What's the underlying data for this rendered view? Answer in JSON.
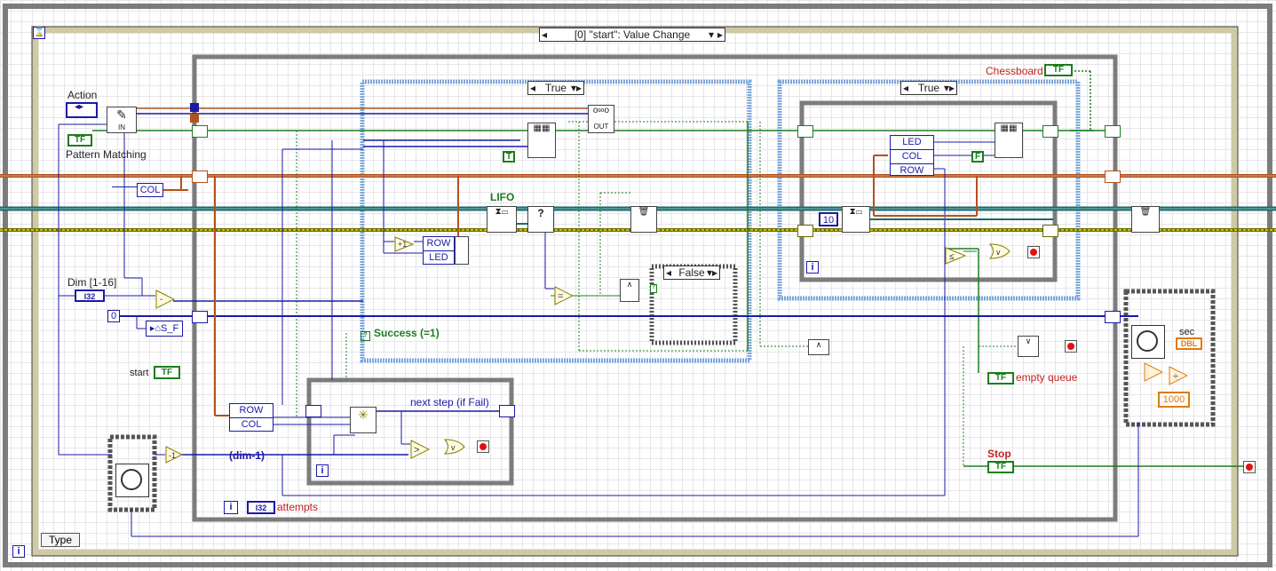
{
  "event_structure": {
    "selector": "[0] \"start\": Value Change",
    "type_label": "Type",
    "iteration_terminal": "i"
  },
  "controls": {
    "action_label": "Action",
    "pattern_matching_label": "Pattern Matching",
    "dim_label": "Dim [1-16]",
    "dim_type": "I32",
    "zero_const": "0",
    "col_label": "COL",
    "sf_label": "S_F",
    "start_label": "start",
    "tf_tag": "TF"
  },
  "left_nodes": {
    "minus_one": "-1",
    "dim_minus_one": "(dim-1)",
    "iteration": "i",
    "attempts_type": "I32",
    "attempts_label": "attempts"
  },
  "case_true_left": {
    "selector": "True",
    "out_label": "OUT",
    "in_label": "IN",
    "lifo_label": "LIFO",
    "row_label": "ROW",
    "led_label": "LED",
    "plus_one": "+1",
    "question": "?",
    "t_const": "T",
    "success_label": "Success (=1)",
    "false_selector": "False"
  },
  "inner_loop": {
    "row_label": "ROW",
    "col_label": "COL",
    "next_step_label": "next step (if Fail)",
    "iteration": "i"
  },
  "case_true_right": {
    "chessboard_label": "Chessboard",
    "tf_tag": "TF",
    "selector": "True",
    "led_label": "LED",
    "col_label": "COL",
    "row_label": "ROW",
    "f_const": "F",
    "ten_const": "10",
    "iteration": "i"
  },
  "right_side": {
    "empty_queue_label": "empty queue",
    "stop_label": "Stop",
    "sec_label": "sec",
    "dbl_tag": "DBL",
    "thousand_const": "1000"
  },
  "colors": {
    "blue_wire": "#1a1aa8",
    "green_wire": "#1d7d1d",
    "orange_wire": "#b4501e",
    "teal_wire": "#1b6b6b",
    "yellow_wire": "#a69a00",
    "frame_gray": "#7c7c7c",
    "error_red": "#e21010"
  }
}
